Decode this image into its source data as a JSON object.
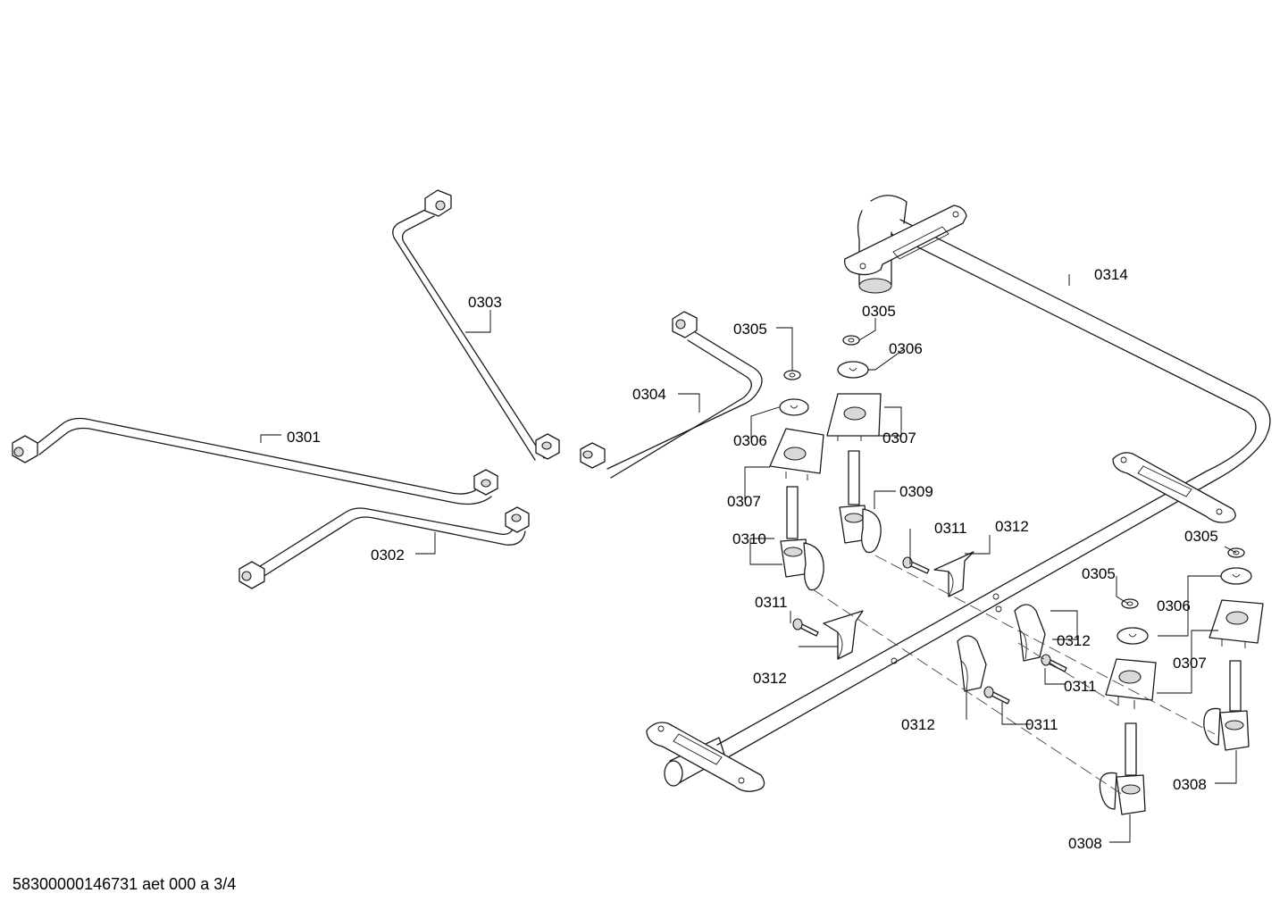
{
  "document_id": "58300000146731 aet 000 a 3/4",
  "callouts": {
    "p0301": "0301",
    "p0302": "0302",
    "p0303": "0303",
    "p0304": "0304",
    "p0305a": "0305",
    "p0305b": "0305",
    "p0305c": "0305",
    "p0305d": "0305",
    "p0306a": "0306",
    "p0306b": "0306",
    "p0306c": "0306",
    "p0307a": "0307",
    "p0307b": "0307",
    "p0307c": "0307",
    "p0308a": "0308",
    "p0308b": "0308",
    "p0309": "0309",
    "p0310": "0310",
    "p0311a": "0311",
    "p0311b": "0311",
    "p0311c": "0311",
    "p0311d": "0311",
    "p0312a": "0312",
    "p0312b": "0312",
    "p0312c": "0312",
    "p0312d": "0312",
    "p0314": "0314"
  }
}
